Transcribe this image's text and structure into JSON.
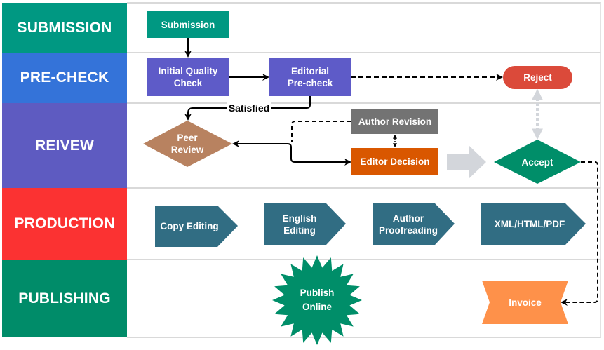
{
  "diagram": {
    "type": "swimlane-flowchart",
    "lanes": [
      {
        "id": "submission",
        "label": "SUBMISSION",
        "color": "#009882"
      },
      {
        "id": "pre-check",
        "label": "PRE-CHECK",
        "color": "#3473d9"
      },
      {
        "id": "review",
        "label": "REIVEW",
        "color": "#5e5bc1"
      },
      {
        "id": "production",
        "label": "PRODUCTION",
        "color": "#fb3232"
      },
      {
        "id": "publishing",
        "label": "PUBLISHING",
        "color": "#008c69"
      }
    ],
    "nodes": {
      "submission": {
        "label": "Submission",
        "shape": "rectangle",
        "color": "#009882",
        "lane": "submission"
      },
      "initial_quality_check": {
        "label": "Initial Quality Check",
        "line1": "Initial Quality",
        "line2": "Check",
        "shape": "rectangle",
        "color": "#5e5bc8",
        "lane": "pre-check"
      },
      "editorial_precheck": {
        "label": "Editorial Pre-check",
        "line1": "Editorial",
        "line2": "Pre-check",
        "shape": "rectangle",
        "color": "#5e5bc8",
        "lane": "pre-check"
      },
      "reject": {
        "label": "Reject",
        "shape": "pill",
        "color": "#db4a3a",
        "lane": "pre-check"
      },
      "peer_review": {
        "label": "Peer Review",
        "line1": "Peer",
        "line2": "Review",
        "shape": "diamond",
        "color": "#b88260",
        "lane": "review"
      },
      "author_revision": {
        "label": "Author Revision",
        "shape": "rectangle",
        "color": "#737373",
        "lane": "review"
      },
      "editor_decision": {
        "label": "Editor Decision",
        "shape": "rectangle",
        "color": "#d95700",
        "lane": "review"
      },
      "accept": {
        "label": "Accept",
        "shape": "diamond",
        "color": "#008e69",
        "lane": "review"
      },
      "copy_editing": {
        "label": "Copy Editing",
        "shape": "pentagon-arrow",
        "color": "#316d83",
        "lane": "production"
      },
      "english_editing": {
        "label": "English Editing",
        "line1": "English",
        "line2": "Editing",
        "shape": "pentagon-arrow",
        "color": "#316d83",
        "lane": "production"
      },
      "author_proofreading": {
        "label": "Author Proofreading",
        "line1": "Author",
        "line2": "Proofreading",
        "shape": "pentagon-arrow",
        "color": "#316d83",
        "lane": "production"
      },
      "xml_html_pdf": {
        "label": "XML/HTML/PDF",
        "shape": "pentagon-arrow",
        "color": "#316d83",
        "lane": "production"
      },
      "publish_online": {
        "label": "Publish Online",
        "line1": "Publish",
        "line2": "Online",
        "shape": "starburst",
        "color": "#008e69",
        "lane": "publishing"
      },
      "invoice": {
        "label": "Invoice",
        "shape": "bowtie",
        "color": "#fe914a",
        "lane": "publishing"
      }
    },
    "edges": [
      {
        "from": "submission",
        "to": "initial_quality_check",
        "style": "solid"
      },
      {
        "from": "initial_quality_check",
        "to": "editorial_precheck",
        "style": "solid"
      },
      {
        "from": "editorial_precheck",
        "to": "reject",
        "style": "dashed"
      },
      {
        "from": "editorial_precheck",
        "to": "peer_review",
        "style": "solid",
        "label": "Satisfied"
      },
      {
        "from": "editor_decision",
        "to": "peer_review",
        "style": "solid"
      },
      {
        "from": "peer_review",
        "to": "editor_decision",
        "style": "solid"
      },
      {
        "from": "author_revision",
        "to": "peer_review",
        "style": "dashed"
      },
      {
        "from": "author_revision",
        "to": "editor_decision",
        "style": "dotted",
        "bidirectional": true
      },
      {
        "from": "editor_decision",
        "to": "accept",
        "style": "block-arrow",
        "color": "#d3d6db"
      },
      {
        "from": "reject",
        "to": "accept",
        "style": "dotted",
        "bidirectional": true,
        "color": "#d3d6db"
      },
      {
        "from": "accept",
        "to": "invoice",
        "style": "dashed"
      }
    ],
    "edge_label_satisfied": "Satisfied"
  }
}
